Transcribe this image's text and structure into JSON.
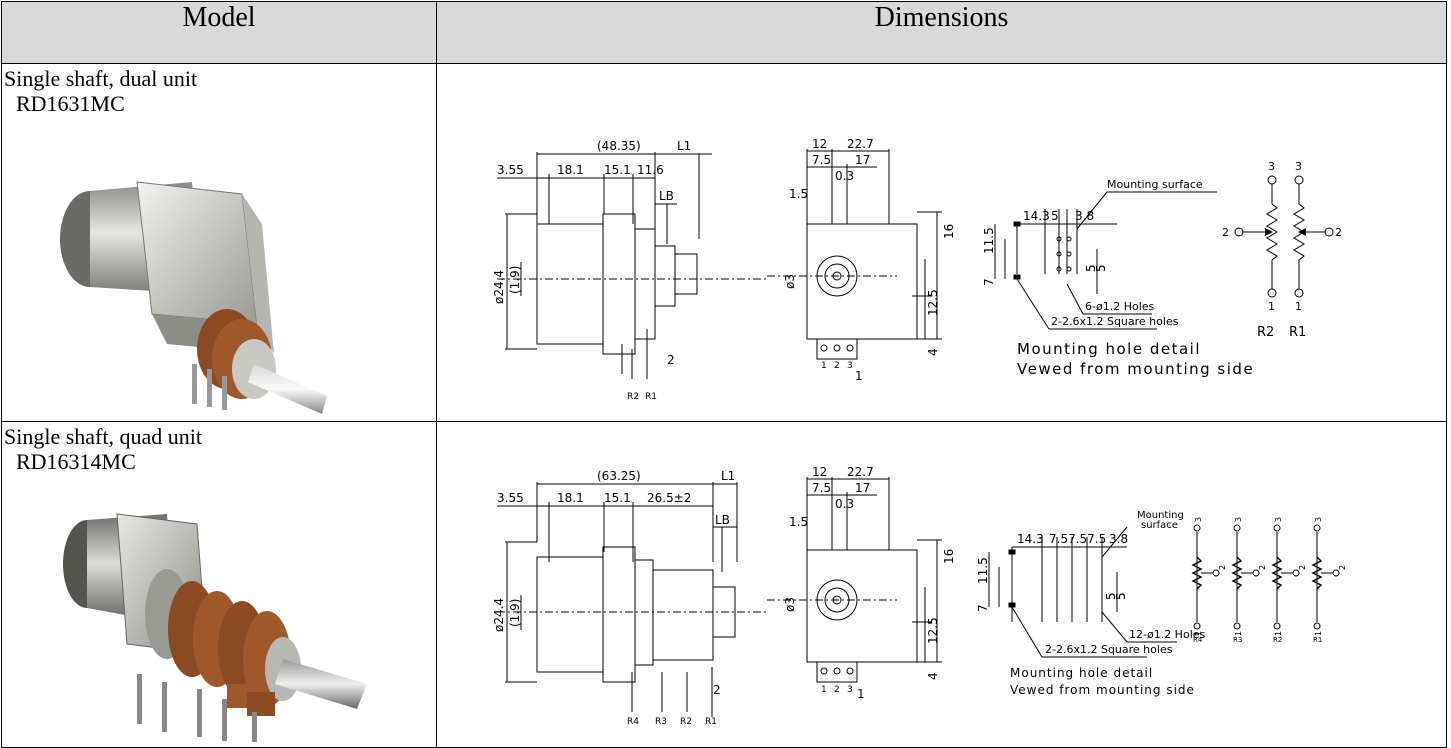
{
  "header": {
    "model_label": "Model",
    "dimensions_label": "Dimensions"
  },
  "rows": [
    {
      "type_label": "Single shaft, dual unit",
      "model_code": "RD1631MC",
      "drawing": {
        "side": {
          "overall": "(48.35)",
          "l1": "L1",
          "lb": "LB",
          "d1": "3.55",
          "d2": "18.1",
          "d3": "15.1",
          "d4": "11.6",
          "dia": "ø24.4",
          "inner": "(1.9)",
          "pin": "2",
          "pins": [
            "R2",
            "R1"
          ]
        },
        "front": {
          "w1": "12",
          "w2": "22.7",
          "w3": "7.5",
          "w4": "17",
          "w5": "0.3",
          "w6": "1.5",
          "h1": "16",
          "h2": "12.5",
          "h3": "4",
          "shaft": "ø3",
          "pin": "1",
          "pin_nums": [
            "1",
            "2",
            "3"
          ]
        },
        "mount": {
          "d1": "14.3",
          "d2": "5",
          "d3": "3.8",
          "v1": "7",
          "v2": "11.5",
          "v3": "5",
          "v4": "5",
          "surface": "Mounting surface",
          "holes": "6-ø1.2 Holes",
          "square": "2-2.6x1.2 Square holes",
          "cap1": "Mounting hole detail",
          "cap2": "Vewed from mounting side"
        },
        "schematic": {
          "labels": [
            "R2",
            "R1"
          ],
          "pin_top": "3",
          "pin_mid": "2",
          "pin_bot": "1"
        }
      }
    },
    {
      "type_label": "Single shaft, quad unit",
      "model_code": "RD16314MC",
      "drawing": {
        "side": {
          "overall": "(63.25)",
          "l1": "L1",
          "lb": "LB",
          "d1": "3.55",
          "d2": "18.1",
          "d3": "15.1",
          "d4": "26.5±2",
          "dia": "ø24.4",
          "inner": "(1.9)",
          "pin": "2",
          "pins": [
            "R4",
            "R3",
            "R2",
            "R1"
          ]
        },
        "front": {
          "w1": "12",
          "w2": "22.7",
          "w3": "7.5",
          "w4": "17",
          "w5": "0.3",
          "w6": "1.5",
          "h1": "16",
          "h2": "12.5",
          "h3": "4",
          "shaft": "ø3",
          "pin": "1",
          "pin_nums": [
            "1",
            "2",
            "3"
          ]
        },
        "mount": {
          "d1": "14.3",
          "d2": "7.57.57.5",
          "d3": "3.8",
          "v1": "7",
          "v2": "11.5",
          "v3": "5",
          "v4": "5",
          "surface1": "Mounting",
          "surface2": "surface",
          "holes": "12-ø1.2 Holes",
          "square": "2-2.6x1.2 Square holes",
          "cap1": "Mounting hole detail",
          "cap2": "Vewed from mounting side"
        },
        "schematic": {
          "labels": [
            "R4",
            "R3",
            "R2",
            "R1"
          ],
          "pin_top": "3",
          "pin_mid": "2",
          "pin_bot": "1"
        }
      }
    }
  ]
}
